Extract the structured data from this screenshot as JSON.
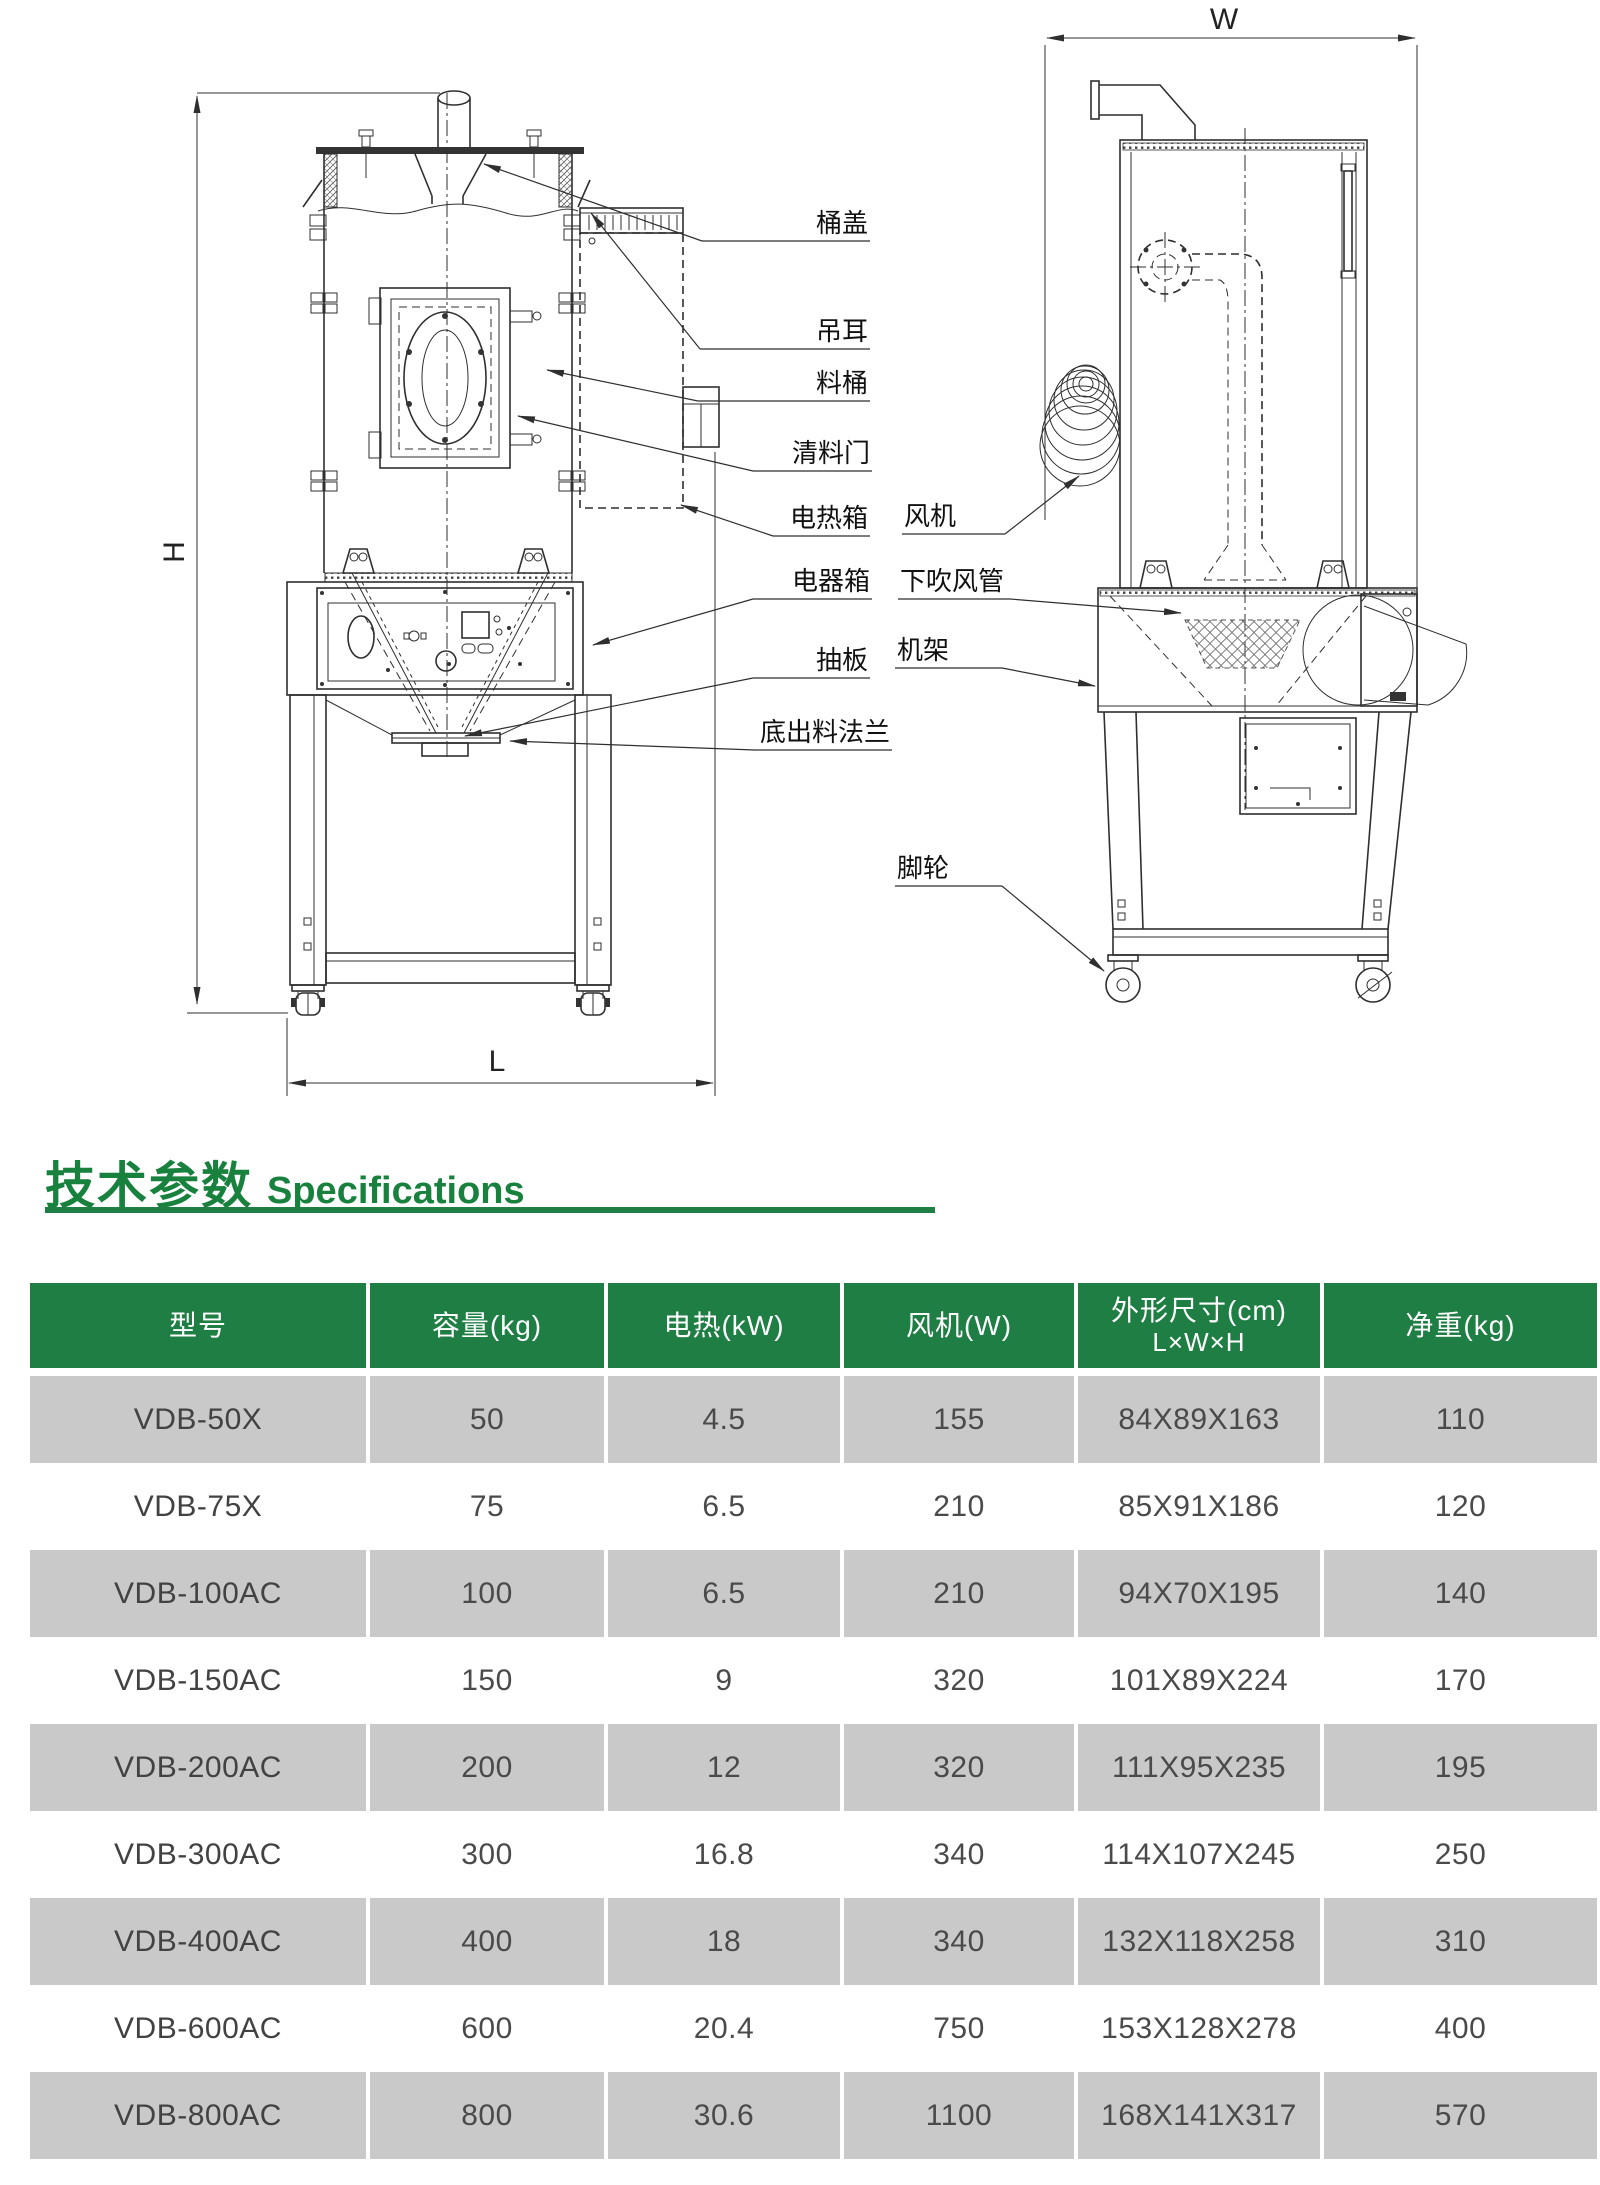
{
  "title": {
    "zh": "技术参数",
    "en": "Specifications"
  },
  "diagram": {
    "part_labels": {
      "tonggai": "桶盖",
      "diaoer": "吊耳",
      "liaotong": "料桶",
      "qingliaomen": "清料门",
      "dianrexiang": "电热箱",
      "dianqixiang": "电器箱",
      "chouban": "抽板",
      "dichuliaofalan": "底出料法兰",
      "fengji": "风机",
      "xiachuifengguan": "下吹风管",
      "jijia": "机架",
      "jiaolun": "脚轮"
    },
    "dimension_labels": {
      "height": "H",
      "length": "L",
      "width": "W"
    }
  },
  "table": {
    "headers": [
      {
        "t": "型号"
      },
      {
        "t": "容量(kg)"
      },
      {
        "t": "电热(kW)"
      },
      {
        "t": "风机(W)"
      },
      {
        "t": "外形尺寸(cm)",
        "sub": "L×W×H"
      },
      {
        "t": "净重(kg)"
      }
    ],
    "rows": [
      {
        "model": "VDB-50X",
        "capacity": "50",
        "heating": "4.5",
        "fan": "155",
        "dims": "84X89X163",
        "weight": "110"
      },
      {
        "model": "VDB-75X",
        "capacity": "75",
        "heating": "6.5",
        "fan": "210",
        "dims": "85X91X186",
        "weight": "120"
      },
      {
        "model": "VDB-100AC",
        "capacity": "100",
        "heating": "6.5",
        "fan": "210",
        "dims": "94X70X195",
        "weight": "140"
      },
      {
        "model": "VDB-150AC",
        "capacity": "150",
        "heating": "9",
        "fan": "320",
        "dims": "101X89X224",
        "weight": "170"
      },
      {
        "model": "VDB-200AC",
        "capacity": "200",
        "heating": "12",
        "fan": "320",
        "dims": "111X95X235",
        "weight": "195"
      },
      {
        "model": "VDB-300AC",
        "capacity": "300",
        "heating": "16.8",
        "fan": "340",
        "dims": "114X107X245",
        "weight": "250"
      },
      {
        "model": "VDB-400AC",
        "capacity": "400",
        "heating": "18",
        "fan": "340",
        "dims": "132X118X258",
        "weight": "310"
      },
      {
        "model": "VDB-600AC",
        "capacity": "600",
        "heating": "20.4",
        "fan": "750",
        "dims": "153X128X278",
        "weight": "400"
      },
      {
        "model": "VDB-800AC",
        "capacity": "800",
        "heating": "30.6",
        "fan": "1100",
        "dims": "168X141X317",
        "weight": "570"
      }
    ]
  },
  "colors": {
    "accent_green": "#1f7e44",
    "title_green": "#17813d",
    "row_gray": "#c9c9c9",
    "line": "#2f2f2f"
  }
}
